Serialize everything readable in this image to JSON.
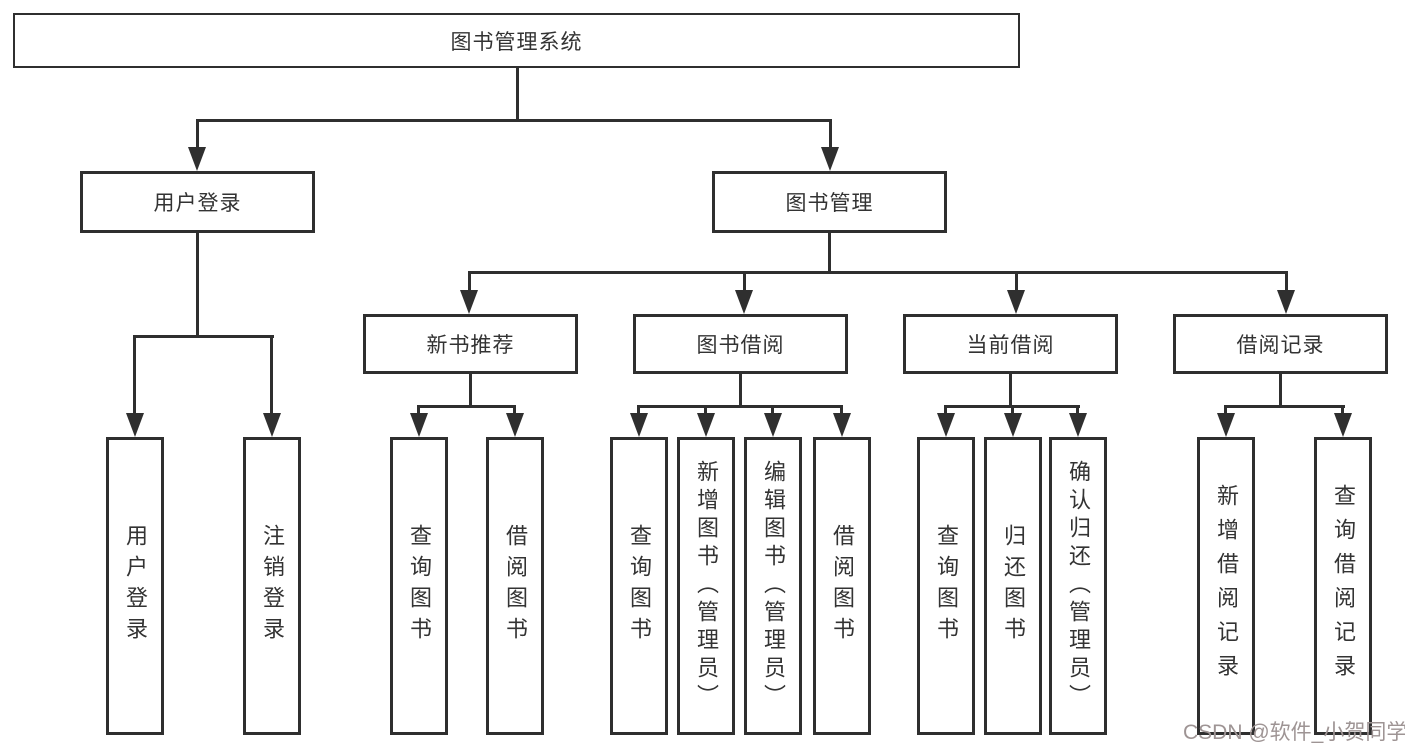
{
  "root": {
    "label": "图书管理系统"
  },
  "level1": [
    {
      "label": "用户登录"
    },
    {
      "label": "图书管理"
    }
  ],
  "level2": [
    {
      "label": "新书推荐"
    },
    {
      "label": "图书借阅"
    },
    {
      "label": "当前借阅"
    },
    {
      "label": "借阅记录"
    }
  ],
  "level3": {
    "user_login_children": [
      {
        "label": "用户登录"
      },
      {
        "label": "注销登录"
      }
    ],
    "new_book_children": [
      {
        "label": "查询图书"
      },
      {
        "label": "借阅图书"
      }
    ],
    "book_borrow_children": [
      {
        "label": "查询图书"
      },
      {
        "label": "新增图书（管理员）"
      },
      {
        "label": "编辑图书（管理员）"
      },
      {
        "label": "借阅图书"
      }
    ],
    "current_borrow_children": [
      {
        "label": "查询图书"
      },
      {
        "label": "归还图书"
      },
      {
        "label": "确认归还（管理员）"
      }
    ],
    "borrow_record_children": [
      {
        "label": "新增借阅记录"
      },
      {
        "label": "查询借阅记录"
      }
    ]
  },
  "watermark": {
    "text": "CSDN @软件_小贺同学",
    "color": "#9e9494"
  },
  "colors": {
    "line": "#2f2f2f",
    "border": "#2f2f2f",
    "text": "#333333",
    "background": "#ffffff"
  }
}
